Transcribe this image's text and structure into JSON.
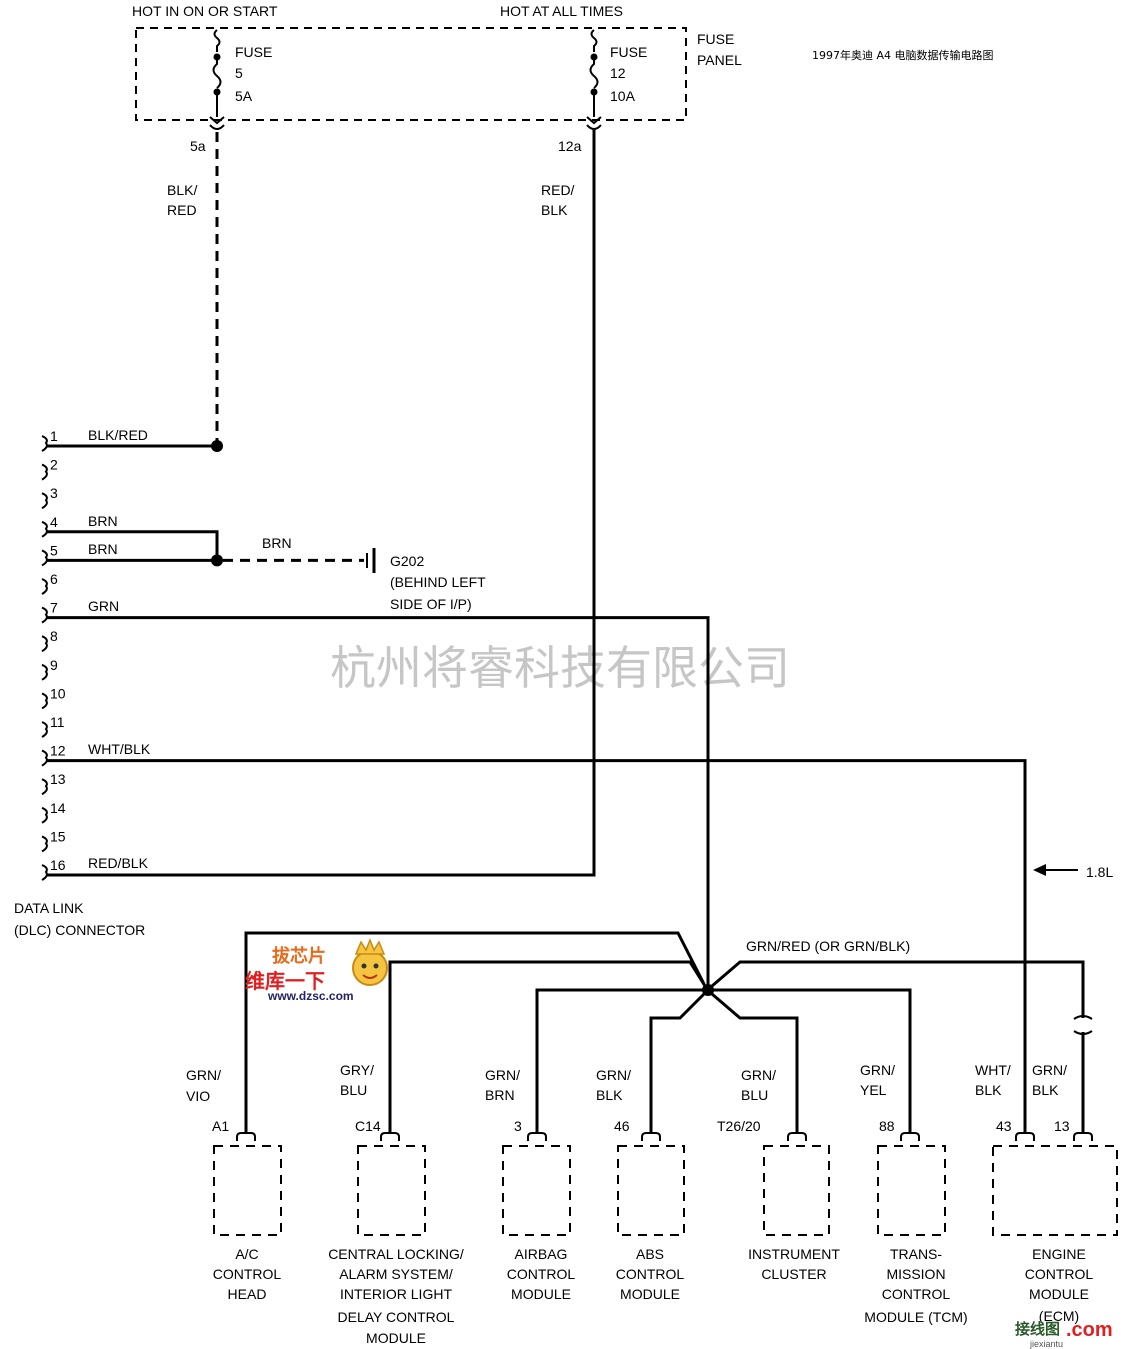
{
  "diagram_title": "1997年奥迪 A4 电脑数据传输电路图",
  "watermark": "杭州将睿科技有限公司",
  "power_feeds": {
    "fuse5_feed": "HOT IN ON OR START",
    "fuse12_feed": "HOT AT ALL TIMES"
  },
  "fuse_panel": {
    "label_line1": "FUSE",
    "label_line2": "PANEL",
    "fuses": [
      {
        "label": "FUSE",
        "number": "5",
        "rating": "5A",
        "terminal": "5a",
        "wire_line1": "BLK/",
        "wire_line2": "RED"
      },
      {
        "label": "FUSE",
        "number": "12",
        "rating": "10A",
        "terminal": "12a",
        "wire_line1": "RED/",
        "wire_line2": "BLK"
      }
    ]
  },
  "dlc": {
    "label_line1": "DATA LINK",
    "label_line2": "(DLC) CONNECTOR",
    "pins": [
      "1",
      "2",
      "3",
      "4",
      "5",
      "6",
      "7",
      "8",
      "9",
      "10",
      "11",
      "12",
      "13",
      "14",
      "15",
      "16"
    ],
    "pin_wires": {
      "pin1": "BLK/RED",
      "pin4": "BRN",
      "pin5": "BRN",
      "pin7": "GRN",
      "pin12": "WHT/BLK",
      "pin16": "RED/BLK"
    }
  },
  "ground": {
    "wire": "BRN",
    "name": "G202",
    "location_line1": "(BEHIND LEFT",
    "location_line2": "SIDE OF I/P)"
  },
  "data_bus_wire": "GRN/RED (OR GRN/BLK)",
  "engine_variant": "1.8L",
  "modules": [
    {
      "pin": "A1",
      "wire_line1": "GRN/",
      "wire_line2": "VIO",
      "name": [
        "A/C",
        "CONTROL",
        "HEAD"
      ]
    },
    {
      "pin": "C14",
      "wire_line1": "GRY/",
      "wire_line2": "BLU",
      "name": [
        "CENTRAL LOCKING/",
        "ALARM SYSTEM/",
        "INTERIOR LIGHT",
        "DELAY CONTROL",
        "MODULE"
      ]
    },
    {
      "pin": "3",
      "wire_line1": "GRN/",
      "wire_line2": "BRN",
      "name": [
        "AIRBAG",
        "CONTROL",
        "MODULE"
      ]
    },
    {
      "pin": "46",
      "wire_line1": "GRN/",
      "wire_line2": "BLK",
      "name": [
        "ABS",
        "CONTROL",
        "MODULE"
      ]
    },
    {
      "pin": "T26/20",
      "wire_line1": "GRN/",
      "wire_line2": "BLU",
      "name": [
        "INSTRUMENT",
        "CLUSTER"
      ]
    },
    {
      "pin": "88",
      "wire_line1": "GRN/",
      "wire_line2": "YEL",
      "name": [
        "TRANS-",
        "MISSION",
        "CONTROL",
        "MODULE (TCM)"
      ]
    },
    {
      "pin": "43",
      "wire_line1": "WHT/",
      "wire_line2": "BLK",
      "pin_b": "13",
      "wire_b_line1": "GRN/",
      "wire_b_line2": "BLK",
      "name": [
        "ENGINE",
        "CONTROL",
        "MODULE",
        "(ECM)"
      ]
    }
  ],
  "logos": {
    "dzsc_top": "拔芯片",
    "dzsc_main": "维库一下",
    "dzsc_url": "www.dzsc.com",
    "jiexiantu_cn": "接线图",
    "jiexiantu_com": ".com",
    "jiexiantu_pinyin": "jiexiantu"
  },
  "colors": {
    "logo_red": "#e02020",
    "logo_orange": "#e86a1a",
    "logo_yellow": "#f5c542",
    "watermark_gray": "#c6c6c6"
  }
}
